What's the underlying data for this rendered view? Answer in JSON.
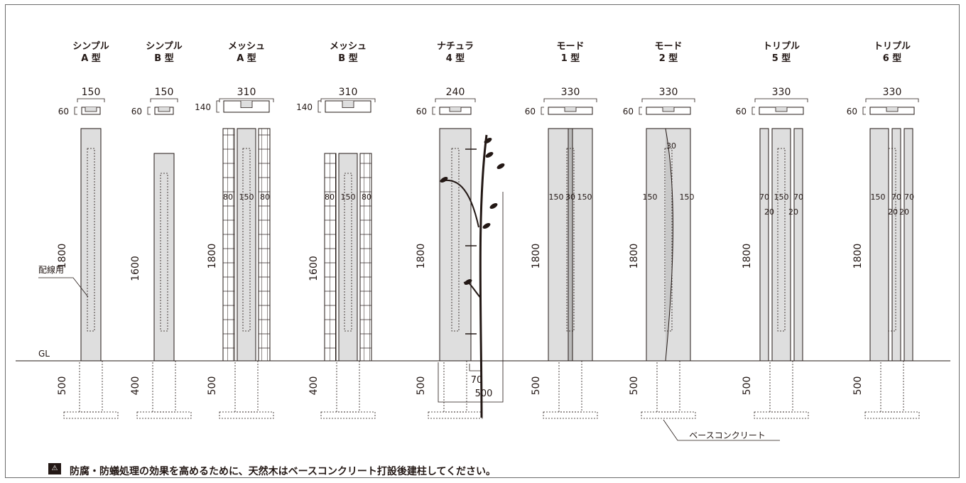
{
  "models": [
    {
      "name1": "シンプル",
      "name2": "A 型",
      "width": "150",
      "depth": "60",
      "height": "1800",
      "embed": "500"
    },
    {
      "name1": "シンプル",
      "name2": "B 型",
      "width": "150",
      "depth": "60",
      "height": "1600",
      "embed": "400"
    },
    {
      "name1": "メッシュ",
      "name2": "A 型",
      "width": "310",
      "depth": "140",
      "height": "1800",
      "embed": "500",
      "splits": [
        "80",
        "150",
        "80"
      ]
    },
    {
      "name1": "メッシュ",
      "name2": "B 型",
      "width": "310",
      "depth": "140",
      "height": "1600",
      "embed": "400",
      "splits": [
        "80",
        "150",
        "80"
      ]
    },
    {
      "name1": "ナチュラ",
      "name2": "4 型",
      "width": "240",
      "depth": "60",
      "height": "1800",
      "embed": "500",
      "extra": [
        "70",
        "500"
      ]
    },
    {
      "name1": "モード",
      "name2": "1 型",
      "width": "330",
      "depth": "60",
      "height": "1800",
      "embed": "500",
      "splits": [
        "150",
        "30",
        "150"
      ]
    },
    {
      "name1": "モード",
      "name2": "2 型",
      "width": "330",
      "depth": "60",
      "height": "1800",
      "embed": "500",
      "splits": [
        "150",
        "150"
      ],
      "top": "30"
    },
    {
      "name1": "トリプル",
      "name2": "5 型",
      "width": "330",
      "depth": "60",
      "height": "1800",
      "embed": "500",
      "splits": [
        "70",
        "150",
        "70"
      ],
      "gaps": [
        "20",
        "20"
      ]
    },
    {
      "name1": "トリプル",
      "name2": "6 型",
      "width": "330",
      "depth": "60",
      "height": "1800",
      "embed": "500",
      "splits": [
        "150",
        "70",
        "70"
      ],
      "gaps": [
        "20",
        "20"
      ]
    }
  ],
  "labels": {
    "wiring": "配線用",
    "gl": "GL",
    "base_concrete": "ベースコンクリート"
  },
  "warning": {
    "icon": "warning-triangle-icon",
    "text": "防腐・防蟻処理の効果を高めるために、天然木はベースコンクリート打設後建柱してください。"
  }
}
